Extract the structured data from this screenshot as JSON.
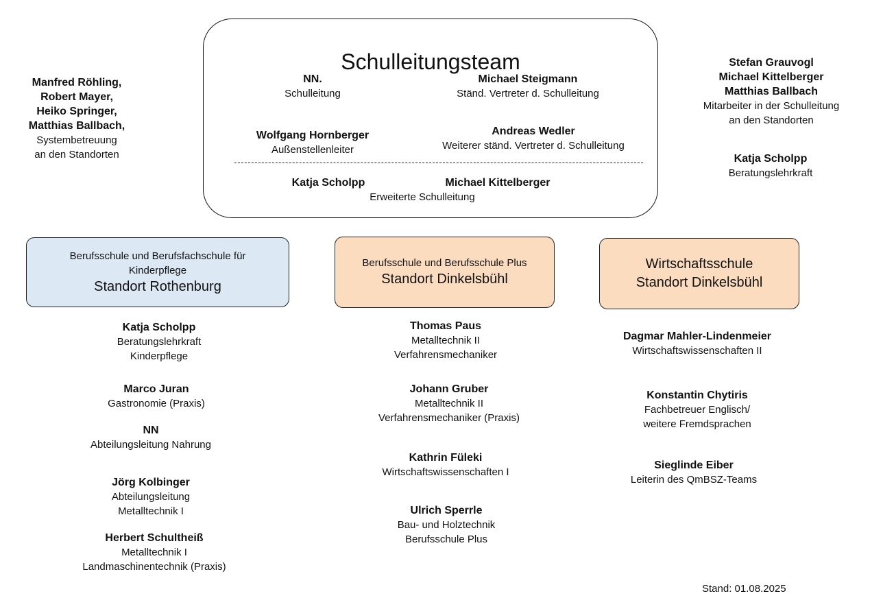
{
  "leadership": {
    "title": "Schulleitungsteam",
    "members": [
      {
        "name": "NN.",
        "role": "Schulleitung"
      },
      {
        "name": "Michael Steigmann",
        "role": "Ständ. Vertreter d. Schulleitung"
      },
      {
        "name": "Wolfgang Hornberger",
        "role": "Außenstellenleiter"
      },
      {
        "name": "Andreas Wedler",
        "role": "Weiterer ständ. Vertreter d. Schulleitung"
      }
    ],
    "extended": {
      "names": [
        "Katja Scholpp",
        "Michael Kittelberger"
      ],
      "role": "Erweiterte Schulleitung"
    }
  },
  "left_side": {
    "names": [
      "Manfred Röhling,",
      "Robert Mayer,",
      "Heiko Springer,",
      "Matthias Ballbach,"
    ],
    "role_lines": [
      "Systembetreuung",
      "an den Standorten"
    ]
  },
  "right_side": {
    "names": [
      "Stefan Grauvogl",
      "Michael Kittelberger",
      "Matthias Ballbach"
    ],
    "role_lines": [
      "Mitarbeiter in der Schulleitung",
      "an den Standorten"
    ],
    "counselor": {
      "name": "Katja Scholpp",
      "role": "Beratungslehrkraft"
    }
  },
  "locations": [
    {
      "subtitle_lines": [
        "Berufsschule und Berufsfachschule für",
        "Kinderpflege"
      ],
      "title_lines": [
        "Standort Rothenburg"
      ],
      "color": "#dde8f5",
      "staff": [
        {
          "name": "Katja Scholpp",
          "roles": [
            "Beratungslehrkraft",
            "Kinderpflege"
          ]
        },
        {
          "name": "Marco Juran",
          "roles": [
            "Gastronomie (Praxis)"
          ]
        },
        {
          "name": "NN",
          "roles": [
            "Abteilungsleitung Nahrung"
          ]
        },
        {
          "name": "Jörg Kolbinger",
          "roles": [
            "Abteilungsleitung",
            "Metalltechnik I"
          ]
        },
        {
          "name": "Herbert Schultheiß",
          "roles": [
            "Metalltechnik I",
            "Landmaschinentechnik (Praxis)"
          ]
        }
      ]
    },
    {
      "subtitle_lines": [
        "Berufsschule und Berufsschule Plus"
      ],
      "title_lines": [
        "Standort Dinkelsbühl"
      ],
      "color": "#fbdcbf",
      "staff": [
        {
          "name": "Thomas Paus",
          "roles": [
            "Metalltechnik II",
            "Verfahrensmechaniker"
          ]
        },
        {
          "name": "Johann Gruber",
          "roles": [
            "Metalltechnik II",
            "Verfahrensmechaniker (Praxis)"
          ]
        },
        {
          "name": "Kathrin Füleki",
          "roles": [
            "Wirtschaftswissenschaften I"
          ]
        },
        {
          "name": "Ulrich Sperrle",
          "roles": [
            "Bau- und Holztechnik",
            "Berufsschule Plus"
          ]
        }
      ]
    },
    {
      "subtitle_lines": [],
      "title_lines": [
        "Wirtschaftsschule",
        "Standort Dinkelsbühl"
      ],
      "color": "#fbdcbf",
      "staff": [
        {
          "name": "Dagmar Mahler-Lindenmeier",
          "roles": [
            "Wirtschaftswissenschaften II"
          ]
        },
        {
          "name": "Konstantin Chytiris",
          "roles": [
            "Fachbetreuer Englisch/",
            "weitere Fremdsprachen"
          ]
        },
        {
          "name": "Sieglinde Eiber",
          "roles": [
            "Leiterin des QmBSZ-Teams"
          ]
        }
      ]
    }
  ],
  "footer": {
    "date": "Stand: 01.08.2025"
  }
}
